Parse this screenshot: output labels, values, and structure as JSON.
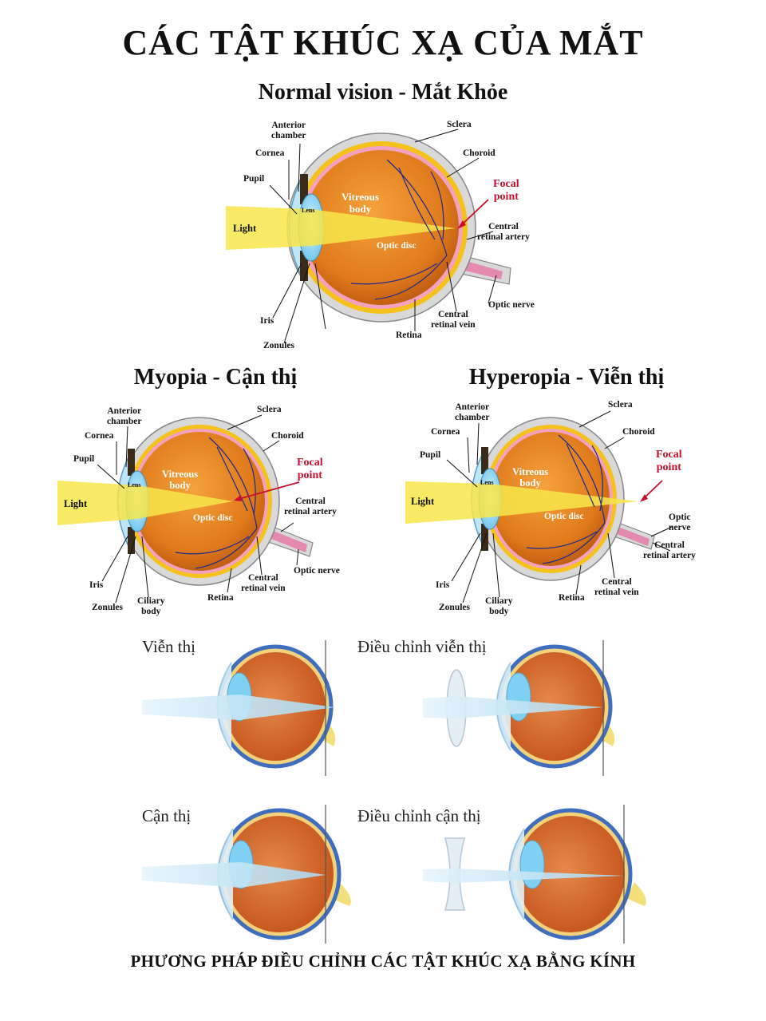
{
  "title": "CÁC TẬT KHÚC XẠ CỦA MẮT",
  "normal": {
    "title": "Normal vision - Mắt Khỏe",
    "labels": {
      "anterior_chamber": "Anterior\nchamber",
      "cornea": "Cornea",
      "pupil": "Pupil",
      "light": "Light",
      "lens": "Lens",
      "vitreous": "Vitreous\nbody",
      "sclera": "Sclera",
      "choroid": "Choroid",
      "focal": "Focal\npoint",
      "central_artery": "Central\nretinal artery",
      "optic_disc": "Optic disc",
      "optic_nerve": "Optic nerve",
      "central_vein": "Central\nretinal vein",
      "retina": "Retina",
      "iris": "Iris",
      "zonules": "Zonules"
    }
  },
  "myopia": {
    "title": "Myopia - Cận thị",
    "labels": {
      "anterior_chamber": "Anterior\nchamber",
      "cornea": "Cornea",
      "pupil": "Pupil",
      "light": "Light",
      "lens": "Lens",
      "vitreous": "Vitreous\nbody",
      "sclera": "Sclera",
      "choroid": "Choroid",
      "focal": "Focal\npoint",
      "central_artery": "Central\nretinal artery",
      "optic_disc": "Optic disc",
      "optic_nerve": "Optic nerve",
      "central_vein": "Central\nretinal vein",
      "retina": "Retina",
      "iris": "Iris",
      "zonules": "Zonules",
      "ciliary": "Ciliary\nbody"
    }
  },
  "hyperopia": {
    "title": "Hyperopia - Viễn thị",
    "labels": {
      "anterior_chamber": "Anterior\nchamber",
      "cornea": "Cornea",
      "pupil": "Pupil",
      "light": "Light",
      "lens": "Lens",
      "vitreous": "Vitreous\nbody",
      "sclera": "Sclera",
      "choroid": "Choroid",
      "focal": "Focal\npoint",
      "central_artery": "Central\nretinal artery",
      "optic_disc": "Optic disc",
      "optic_nerve": "Optic\nnerve",
      "central_vein": "Central\nretinal vein",
      "retina": "Retina",
      "iris": "Iris",
      "zonules": "Zonules",
      "ciliary": "Ciliary\nbody"
    }
  },
  "correction": {
    "hyperopia": "Viễn thị",
    "hyperopia_fix": "Điều chỉnh viễn thị",
    "myopia": "Cận thị",
    "myopia_fix": "Điều chỉnh cận thị"
  },
  "footer": "PHƯƠNG PHÁP ĐIỀU CHỈNH CÁC TẬT KHÚC XẠ BẰNG KÍNH",
  "colors": {
    "vitreous": "#e07a1c",
    "sclera": "#d9d9d9",
    "choroid": "#f4c21a",
    "light_beam": "#f7e64a",
    "lens": "#8fd3f0",
    "focal_text": "#c8102e",
    "vessel": "#1a2a8c"
  }
}
